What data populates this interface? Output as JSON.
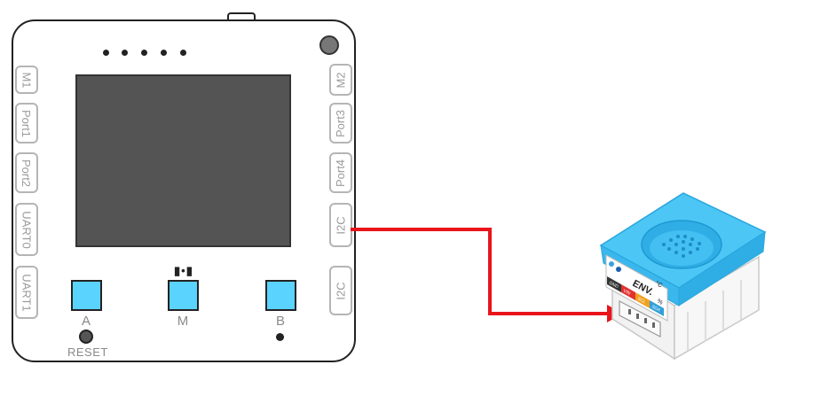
{
  "board": {
    "left_ports": [
      "M1",
      "Port1",
      "Port2",
      "UART0",
      "UART1"
    ],
    "right_ports": [
      "M2",
      "Port3",
      "Port4",
      "I2C",
      "I2C"
    ],
    "buttons": {
      "a": "A",
      "m": "M",
      "b": "B"
    },
    "reset_label": "RESET",
    "mic_glyph": "▮•▮"
  },
  "sensor": {
    "name": "ENV.",
    "unit_temp": "°C",
    "unit_humidity": "%",
    "pins": [
      "GND",
      "VIN",
      "SCL",
      "SDA"
    ]
  },
  "colors": {
    "button_blue": "#5ad3ff",
    "wire_red": "#e8141a",
    "sensor_blue": "#3fbdf2"
  }
}
